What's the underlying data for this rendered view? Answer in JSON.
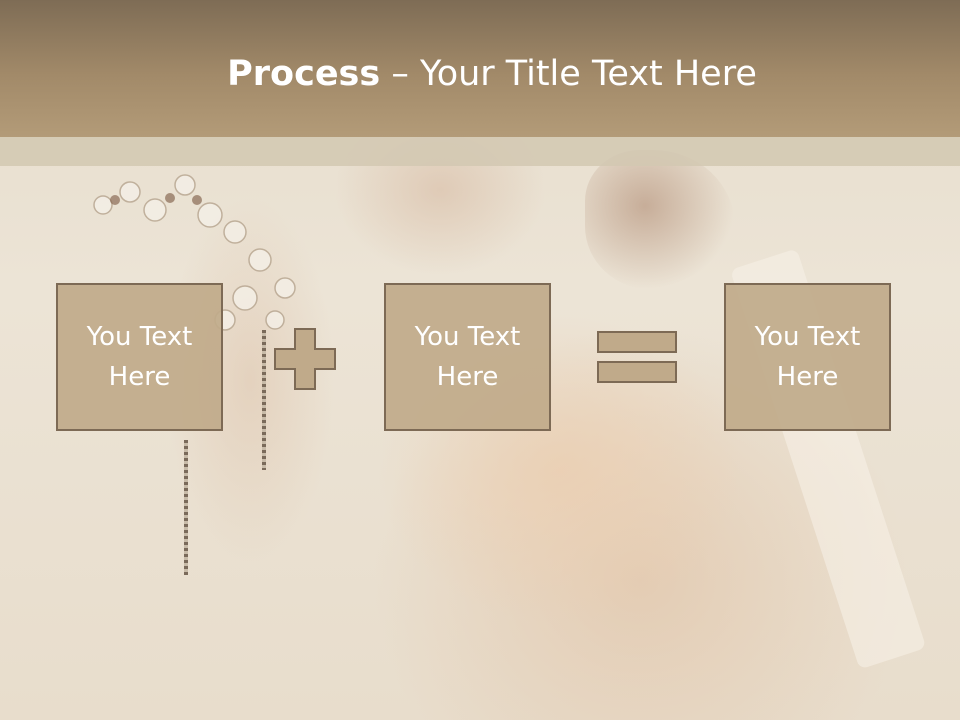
{
  "slide": {
    "title_bold": "Process",
    "title_rest": " – Your Title Text Here",
    "boxes": [
      {
        "line1": "You Text",
        "line2": "Here"
      },
      {
        "line1": "You Text",
        "line2": "Here"
      },
      {
        "line1": "You Text",
        "line2": "Here"
      }
    ],
    "operators": [
      "plus-icon",
      "equals-icon"
    ]
  },
  "colors": {
    "title_band": "#a28a69",
    "box_fill": "#c0aa8a",
    "box_border": "#7d6a55",
    "text": "#ffffff"
  }
}
